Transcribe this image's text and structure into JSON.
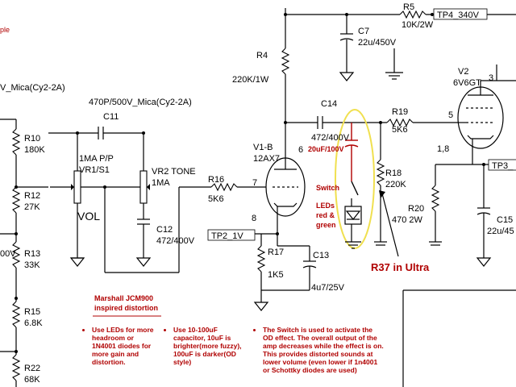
{
  "labels": {
    "sample_fragment": "ple",
    "mica_left": "V_Mica(Cy2-2A)",
    "mica_470p": "470P/500V_Mica(Cy2-2A)",
    "c11": "C11",
    "r10": "R10",
    "r10v": "180K",
    "r12": "R12",
    "r12v": "27K",
    "r13": "R13",
    "r13v": "33K",
    "r15": "R15",
    "r15v": "6.8K",
    "r22": "R22",
    "r22v": "68K",
    "left_00v": "00V",
    "vr1_a": "1MA P/P",
    "vr1_b": "VR1/S1",
    "vol": "VOL",
    "vr2": "VR2 TONE",
    "vr2v": "1MA",
    "c12": "C12",
    "c12v": "472/400V",
    "r16": "R16",
    "r16v": "5K6",
    "r4": "R4",
    "r4v": "220K/1W",
    "v1b": "V1-B",
    "v1bv": "12AX7",
    "pin6": "6",
    "pin7": "7",
    "pin8": "8",
    "tp2": "TP2_1V",
    "r17": "R17",
    "r17v": "1K5",
    "c13": "C13",
    "c13v": "4u7/25V",
    "switch": "Switch",
    "leds1": "LEDs",
    "leds2": "red &",
    "leds3": "green",
    "c14": "C14",
    "c14v": "472/400V",
    "c14alt": "20uF/100V",
    "r5": "R5",
    "r5v": "10K/2W",
    "tp4": "TP4_340V",
    "c7": "C7",
    "c7v": "22u/450V",
    "r19": "R19",
    "r19v": "5K6",
    "r18": "R18",
    "r18v": "220K",
    "r20": "R20",
    "r20v": "470 2W",
    "v2": "V2",
    "v2v": "6V6GT",
    "pin3": "3",
    "pin5": "5",
    "pin18": "1,8",
    "tp3": "TP3_",
    "c15": "C15",
    "c15v": "22u/45",
    "r37": "R37 in Ultra",
    "jcm1": "Marshall JCM900",
    "jcm2": "inspired distortion"
  },
  "notes": {
    "n1": [
      "Use LEDs for more headroom or 1N4001 diodes for more gain and distortion."
    ],
    "n2": [
      "Use 10-100uF capacitor, 10uF is brighter(more fuzzy), 100uF is darker(OD style)"
    ],
    "n3": [
      "The Switch is used to activate the OD effect. The overall output of the amp decreases while the effect is on. This provides distorted sounds at lower volume (even lower if 1n4001 or Schottky diodes are used)"
    ]
  },
  "colors": {
    "wire": "#000000",
    "annotation_red": "#b00000",
    "highlight_yellow": "#f0e050"
  }
}
